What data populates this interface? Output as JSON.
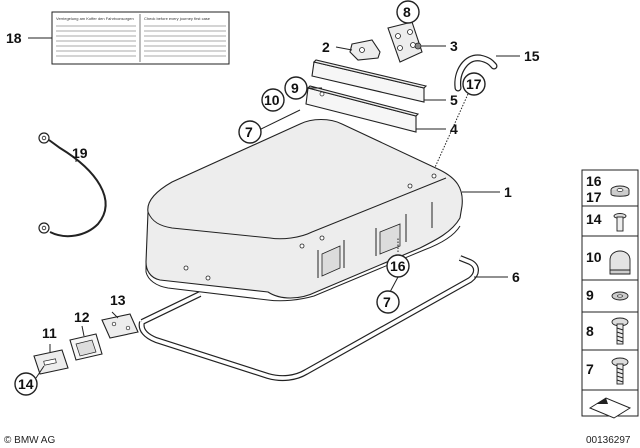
{
  "callouts": {
    "c1": "1",
    "c2": "2",
    "c3": "3",
    "c4": "4",
    "c5": "5",
    "c6": "6",
    "c7a": "7",
    "c7b": "7",
    "c8": "8",
    "c9": "9",
    "c10": "10",
    "c11": "11",
    "c12": "12",
    "c13": "13",
    "c14": "14",
    "c15": "15",
    "c16": "16",
    "c17": "17",
    "c18": "18",
    "c19": "19"
  },
  "legend": {
    "r1": "16",
    "r1b": "17",
    "r2": "14",
    "r3": "10",
    "r4": "9",
    "r5": "8",
    "r6": "7"
  },
  "label_card": {
    "left_heading": "Verriegelung am Koffer den Fahrtvonsorgen",
    "right_heading": "Check before every journey first case"
  },
  "footer": {
    "brand": "© BMW AG",
    "image_id": "00136297"
  }
}
